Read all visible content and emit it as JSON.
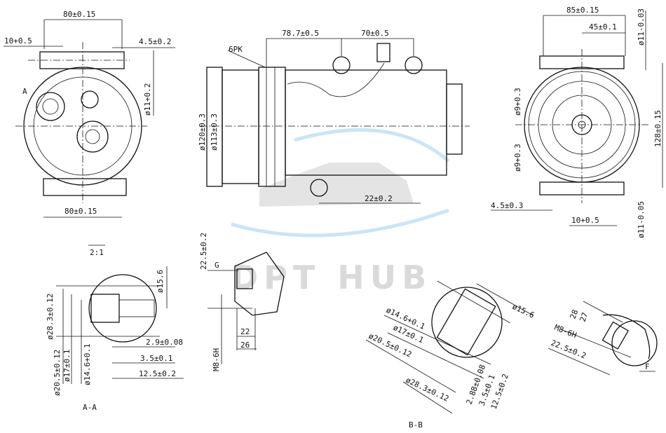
{
  "watermark": "DPT HUB",
  "front_view": {
    "top_width": "80±0.15",
    "slot_left": "10+0.5",
    "offset": "4.5±0.2",
    "hole_dia": "ø11+0.2",
    "section_mark": "A",
    "bottom_width": "80±0.15",
    "scale": "2:1"
  },
  "side_view": {
    "belt": "6PK",
    "dim_left": "78.7±0.5",
    "dim_right": "70±0.5",
    "pulley_outer": "ø120±0.3",
    "pulley_inner": "ø113±0.3",
    "bottom_dim": "22±0.2"
  },
  "rear_view": {
    "width": "85±0.15",
    "half_width": "45±0.1",
    "top_hole": "ø11-0.03",
    "hole_upper": "ø9+0.3",
    "hole_lower": "ø9+0.3",
    "height": "128±0.15",
    "offset": "4.5±0.3",
    "slot": "10+0.5",
    "bottom_hole": "ø11-0.05"
  },
  "section_aa": {
    "d1": "ø15.6",
    "d2": "ø28.3±0.12",
    "d3": "2.9±0.08",
    "d4": "3.5±0.1",
    "d5": "12.5±0.2",
    "d6": "ø20.5±0.12",
    "d7": "ø17±0.1",
    "d8": "ø14.6+0.1",
    "title": "A-A"
  },
  "detail_g": {
    "depth": "22.5±0.2",
    "label": "G",
    "thread": "M8-6H",
    "d1": "22",
    "d2": "26"
  },
  "section_bb": {
    "d1": "ø15.6",
    "d2": "ø14.6+0.1",
    "d3": "ø17±0.1",
    "d4": "ø20.5±0.12",
    "d5": "ø28.3±0.12",
    "d6": "2.88±0.08",
    "d7": "3.5±0.1",
    "d8": "12.5±0.2",
    "title": "B-B"
  },
  "detail_f": {
    "d1": "28",
    "d2": "27",
    "thread": "M8-6H",
    "depth": "22.5±0.2",
    "label": "F"
  }
}
